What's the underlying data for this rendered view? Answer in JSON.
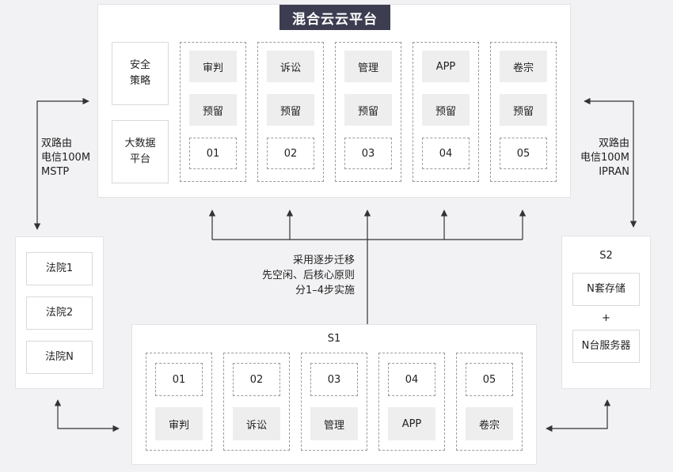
{
  "platform": {
    "title": "混合云云平台",
    "side_boxes": [
      "安全\n策略",
      "大数据\n平台"
    ],
    "columns": [
      {
        "top": "审判",
        "mid": "预留",
        "bottom": "01"
      },
      {
        "top": "诉讼",
        "mid": "预留",
        "bottom": "02"
      },
      {
        "top": "管理",
        "mid": "预留",
        "bottom": "03"
      },
      {
        "top": "APP",
        "mid": "预留",
        "bottom": "04"
      },
      {
        "top": "卷宗",
        "mid": "预留",
        "bottom": "05"
      }
    ]
  },
  "left_link": "双路由\n电信100M\nMSTP",
  "right_link": "双路由\n电信100M\nIPRAN",
  "migration_note": "采用逐步迁移\n先空闲、后核心原则\n分1–4步实施",
  "courts": [
    "法院1",
    "法院2",
    "法院N"
  ],
  "s2": {
    "title": "S2",
    "storage": "N套存储",
    "plus": "+",
    "servers": "N台服务器"
  },
  "s1": {
    "title": "S1",
    "columns": [
      {
        "top": "01",
        "bottom": "审判"
      },
      {
        "top": "02",
        "bottom": "诉讼"
      },
      {
        "top": "03",
        "bottom": "管理"
      },
      {
        "top": "04",
        "bottom": "APP"
      },
      {
        "top": "05",
        "bottom": "卷宗"
      }
    ]
  }
}
